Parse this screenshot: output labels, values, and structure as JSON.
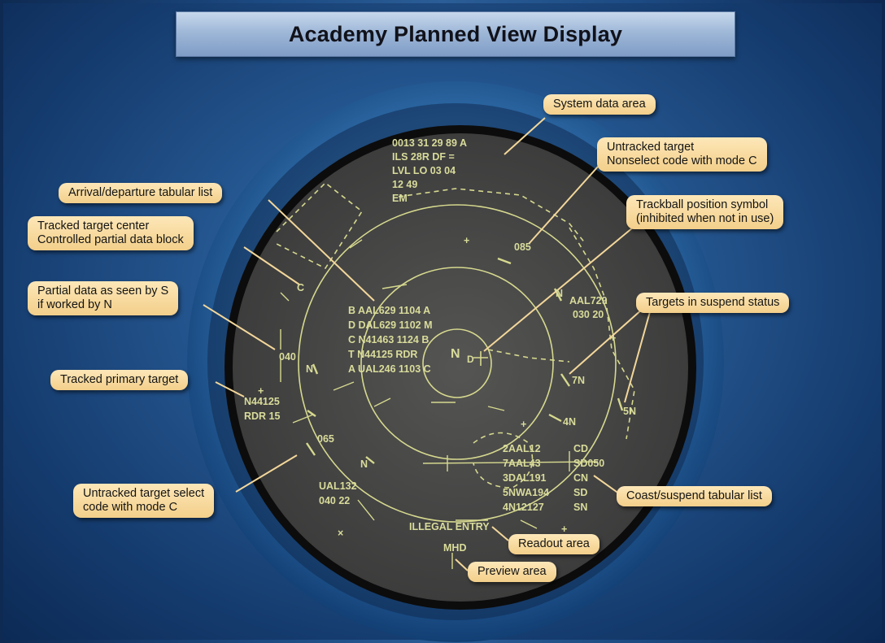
{
  "title": "Academy Planned View Display",
  "colors": {
    "callout_bg": "#f6d89a",
    "scope_bg": "#4a4a4a",
    "scope_lines": "#d6d98e",
    "bezel": "#1a4f8a"
  },
  "callouts": {
    "system_data_area": "System data area",
    "untracked_target_line1": "Untracked target",
    "untracked_target_line2": "Nonselect code with mode C",
    "arrival_departure_list": "Arrival/departure tabular list",
    "trackball_line1": "Trackball position symbol",
    "trackball_line2": "(inhibited when not in use)",
    "tracked_center_line1": "Tracked target center",
    "tracked_center_line2": "Controlled partial data block",
    "partial_data_line1": "Partial data as seen by S",
    "partial_data_line2": "if worked by N",
    "targets_suspend": "Targets in suspend status",
    "tracked_primary": "Tracked primary target",
    "untracked_select_line1": "Untracked target select",
    "untracked_select_line2": "code with mode C",
    "coast_suspend_list": "Coast/suspend tabular list",
    "readout_area": "Readout area",
    "preview_area": "Preview area"
  },
  "scope": {
    "system_data": [
      "0013  31  29  89   A",
      "ILS  28R    DF    =",
      "LVL  LO     03  04",
      "12     49",
      "EM"
    ],
    "arrival_list": [
      "B AAL629  1104 A",
      "D DAL629  1102  M",
      "C N41463  1124 B",
      "T N44125   RDR",
      "A UAL246  1103  C"
    ],
    "coast_list": [
      "2AAL12",
      "7AAL43",
      "3DAL191",
      "5NWA194",
      "4N12127"
    ],
    "coast_status": [
      "CD",
      "SD050",
      "CN",
      "SD",
      "SN"
    ],
    "target_aal729": "AAL729",
    "target_aal729_alt": "030  20",
    "target_085": "085",
    "target_040": "040",
    "target_n44125": "N44125",
    "target_rdr": "RDR    15",
    "target_065": "065",
    "target_ual132": "UAL132",
    "target_ual132_alt": "040   22",
    "illegal_entry": "ILLEGAL ENTRY",
    "preview": "MHD",
    "suspend_7n": "7N",
    "suspend_5n": "5N",
    "suspend_4n": "4N",
    "center_n": "N",
    "center_d": "D",
    "sym_c": "C",
    "sym_n1": "N",
    "sym_n2": "N",
    "sym_n3": "N"
  }
}
